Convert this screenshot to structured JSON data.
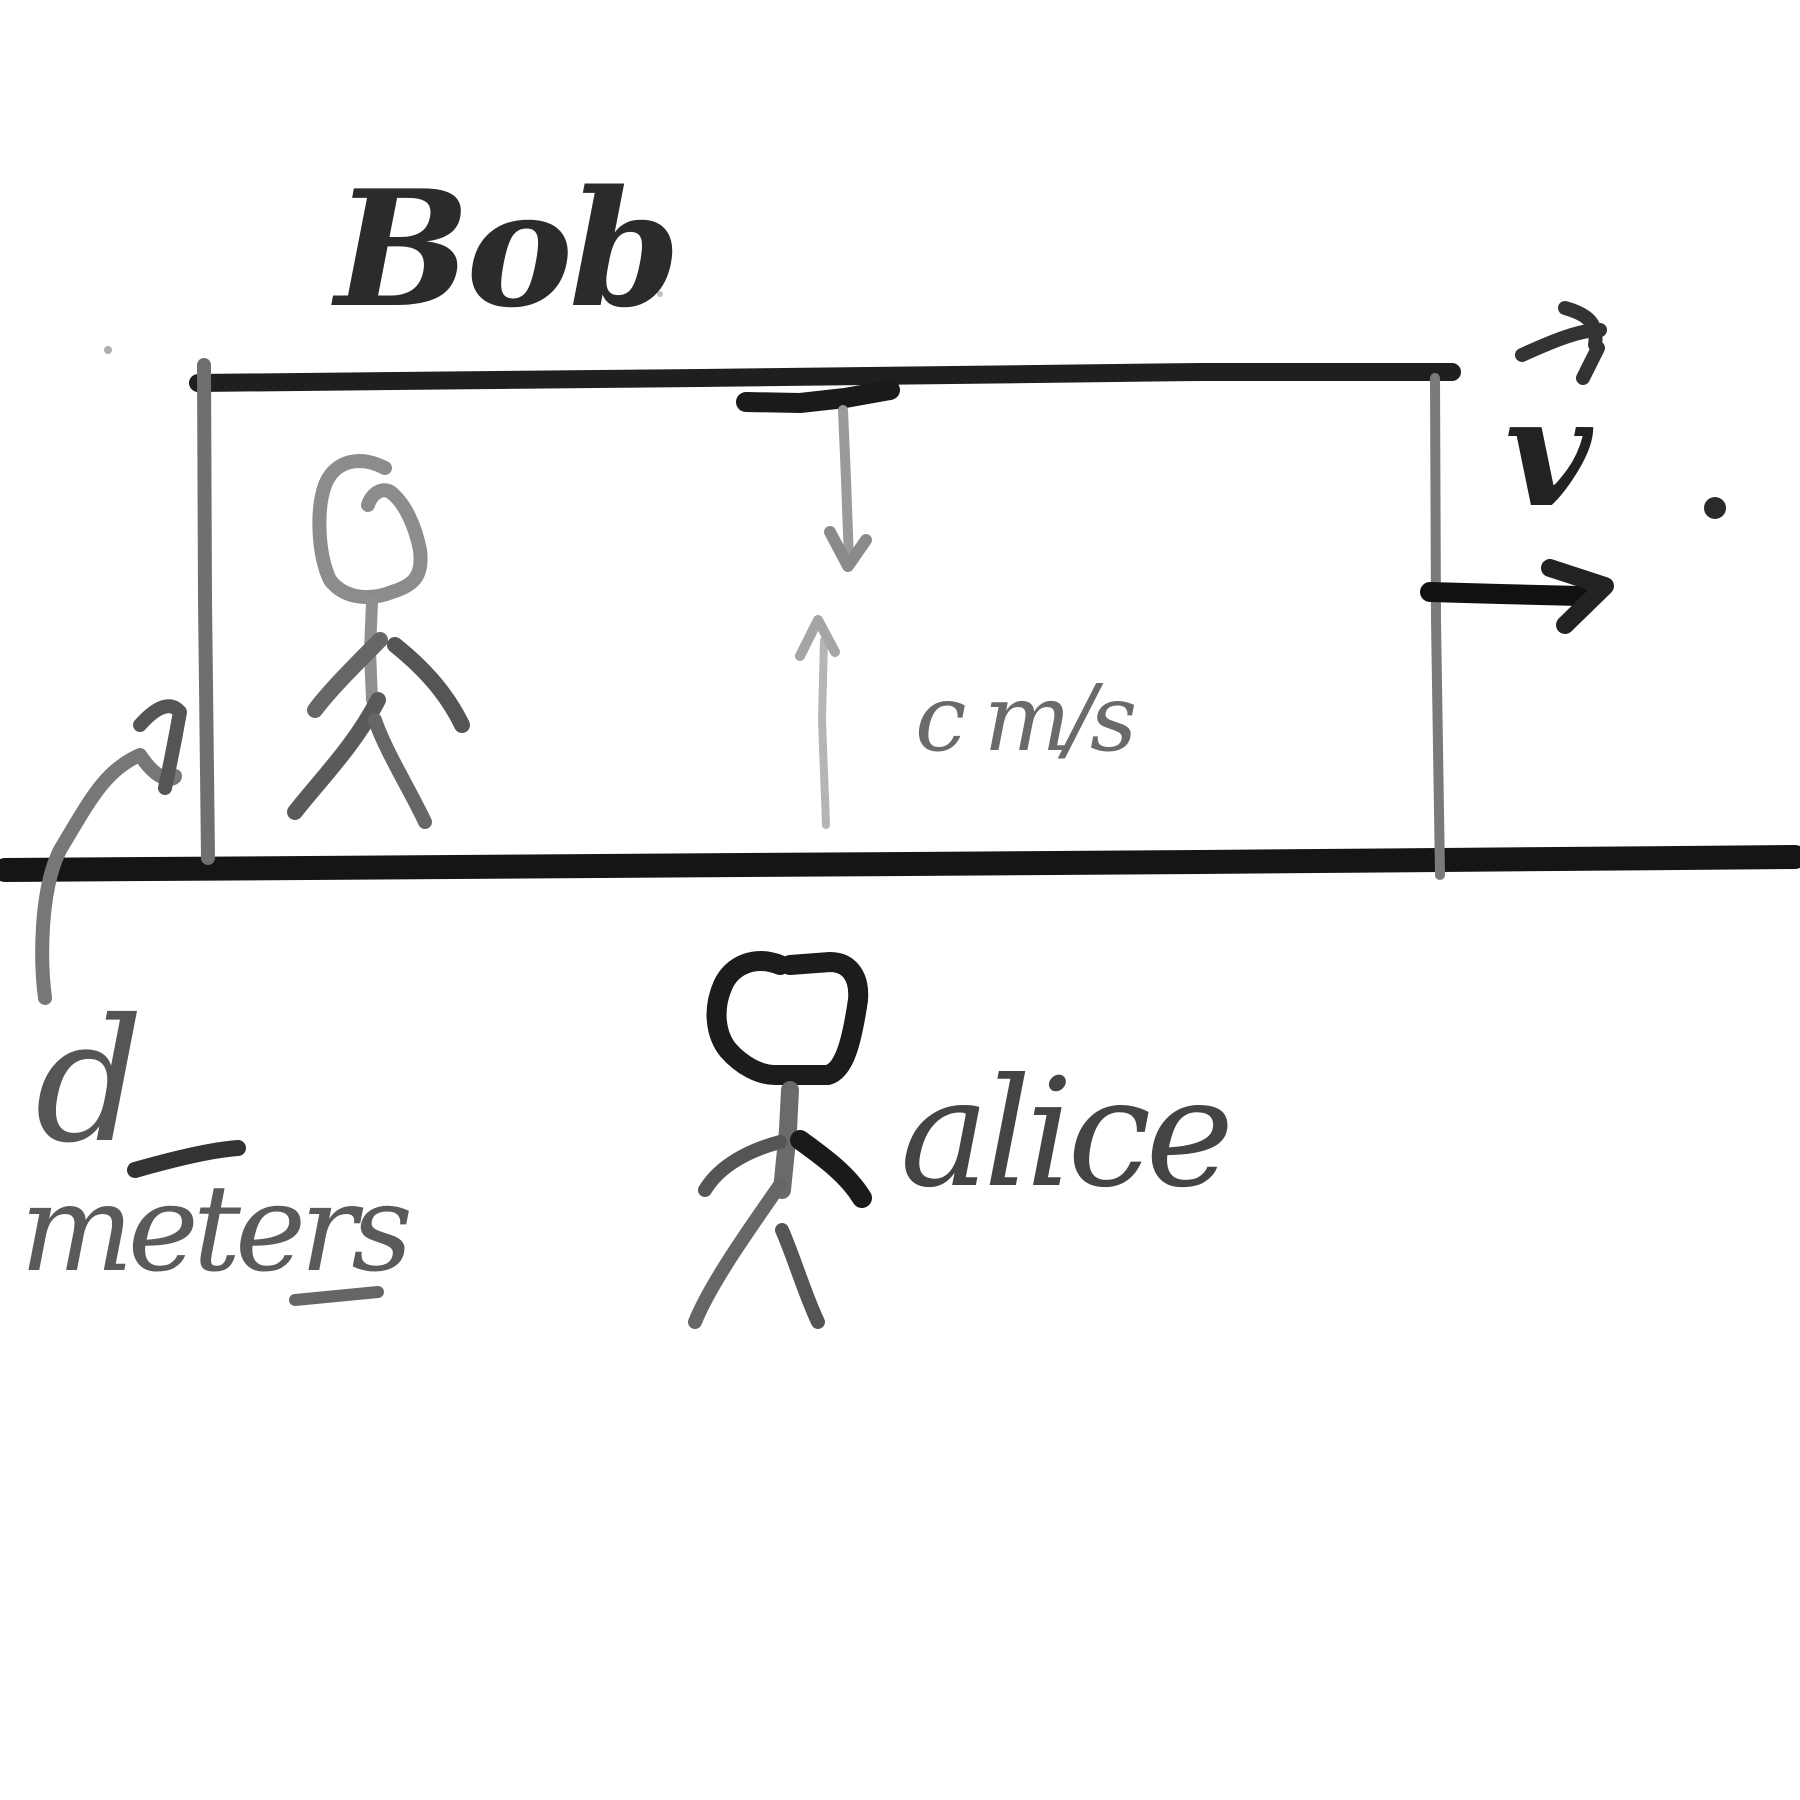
{
  "labels": {
    "bob": "Bob",
    "alice": "alice",
    "velocity": "v",
    "speed_unit": "c m/s",
    "length_value": "d",
    "length_unit": "meters"
  },
  "colors": {
    "ink_dark": "#1a1a1a",
    "ink_mid": "#555555",
    "ink_light": "#8a8a8a",
    "background": "#ffffff"
  },
  "icons": {
    "velocity_vector": "right-arrow",
    "light_signal_down": "down-arrow",
    "light_signal_up": "up-arrow"
  }
}
